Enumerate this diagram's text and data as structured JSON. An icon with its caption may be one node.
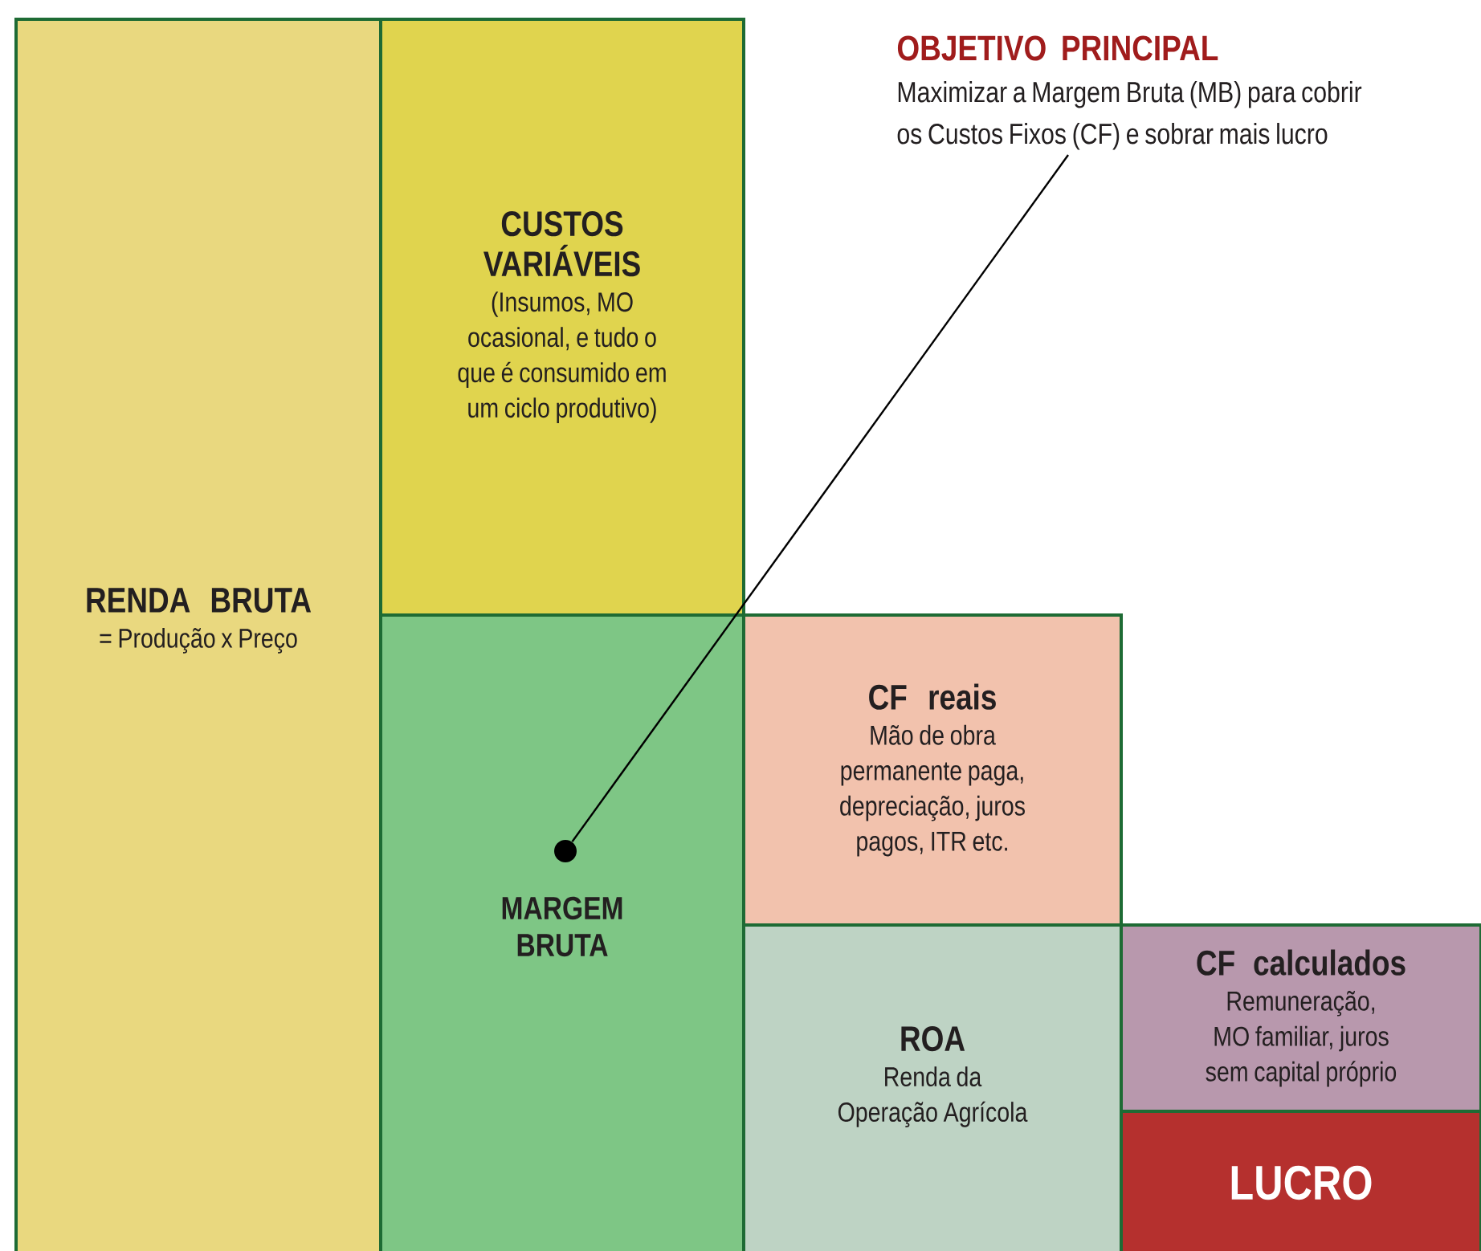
{
  "diagram": {
    "nodes": [
      {
        "text": [
          "RENDA BRUTA",
          "= Produção x Preço"
        ]
      },
      {
        "text": [
          "CUSTOS VARIÁVEIS",
          "(Insumos, MO ocasional, e tudo o que é consumido em um ciclo produtivo)"
        ]
      },
      {
        "text": [
          "MARGEM BRUTA"
        ]
      },
      {
        "text": [
          "CF reais",
          "Mão de obra permanente paga, depreciação, juros pagos, ITR etc."
        ]
      },
      {
        "text": [
          "ROA",
          "Renda da Operação Agrícola"
        ]
      },
      {
        "text": [
          "CF calculados",
          "Remuneração, MO familiar, juros sem capital próprio"
        ]
      },
      {
        "text": [
          "LUCRO"
        ]
      },
      {
        "text": [
          "OBJETIVO PRINCIPAL",
          "Maximizar a Margem Bruta (MB) para cobrir os Custos Fixos (CF) e sobrar mais lucro"
        ]
      },
      {
        "text": [],
        "shape": "circle",
        "in": 2
      }
    ],
    "edges": [
      {
        "from": 7,
        "to": 8,
        "arrow": "none"
      }
    ]
  }
}
